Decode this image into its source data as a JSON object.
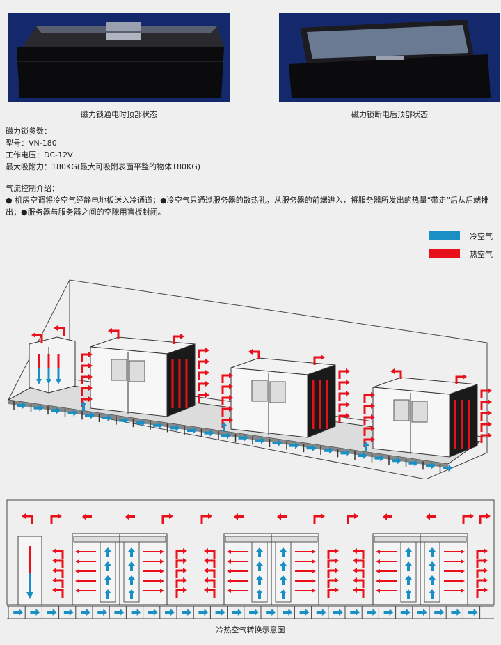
{
  "photos": {
    "left_caption": "磁力锁通电时顶部状态",
    "right_caption": "磁力锁断电后顶部状态"
  },
  "params": {
    "title": "磁力锁参数：",
    "model": "型号：VN-180",
    "voltage": "工作电压：DC-12V",
    "force": "最大吸附力：180KG(最大可吸附表面平整的物体180KG)"
  },
  "airflow": {
    "title": "气流控制介绍：",
    "body": "● 机房空调将冷空气经静电地板送入冷通道；●冷空气只通过服务器的散热孔，从服务器的前端进入，将服务器所发出的热量“带走”后从后端排出；●服务器与服务器之间的空隙用盲板封闭。"
  },
  "legend": {
    "cold_label": "冷空气",
    "hot_label": "热空气"
  },
  "colors": {
    "cold": "#1a8fc4",
    "hot": "#e8101a",
    "photo_bg": "#14296b"
  },
  "diagram_caption": "冷热空气转换示意图"
}
